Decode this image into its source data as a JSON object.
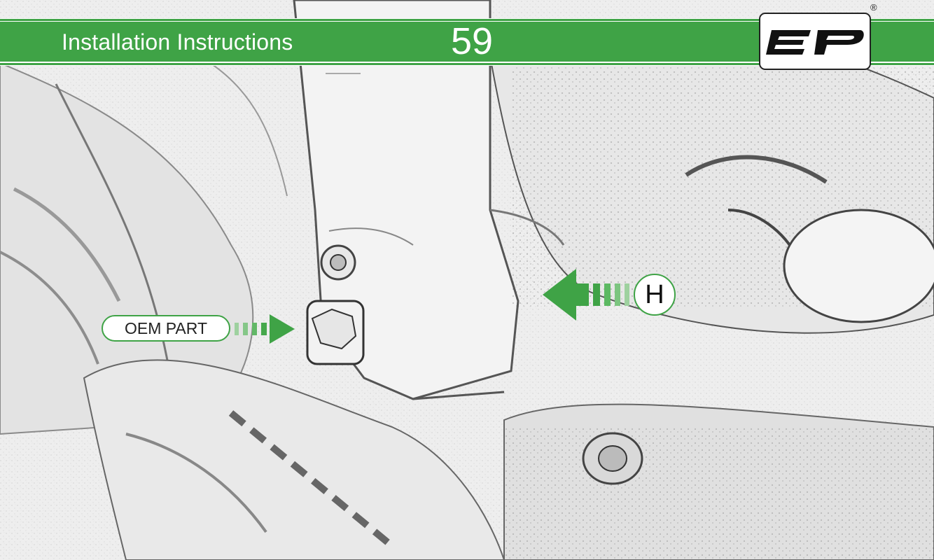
{
  "header": {
    "title": "Installation Instructions",
    "page_number": "59",
    "logo_icon": "ep-logo-icon",
    "registered_mark": "®"
  },
  "callouts": {
    "oem_label": "OEM PART",
    "h_label": "H",
    "arrow_icon": "arrow-right-icon"
  },
  "colors": {
    "accent": "#3fa346",
    "header_text": "#ffffff",
    "sketch": "#555555"
  }
}
